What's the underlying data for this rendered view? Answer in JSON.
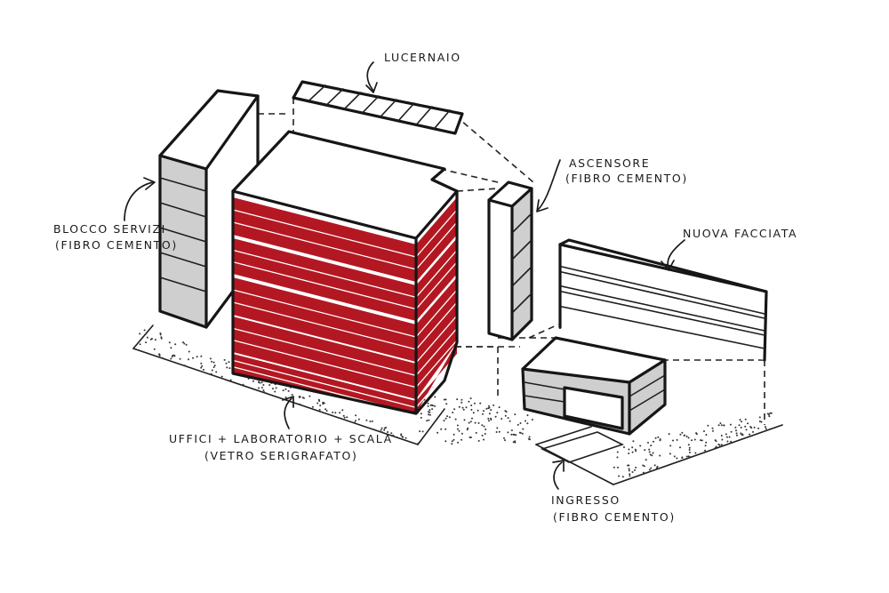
{
  "labels": {
    "lucernaio": "LUCERNAIO",
    "ascensore_1": "ASCENSORE",
    "ascensore_2": "(FIBRO CEMENTO)",
    "blocco_1": "BLOCCO SERVIZI",
    "blocco_2": "(FIBRO CEMENTO)",
    "facciata": "NUOVA FACCIATA",
    "uffici_1": "UFFICI + LABORATORIO + SCALA",
    "uffici_2": "(VETRO SERIGRAFATO)",
    "ingresso_1": "INGRESSO",
    "ingresso_2": "(FIBRO CEMENTO)"
  },
  "colors": {
    "glass_red": "#b31822",
    "fibro_grey": "#cfcfcf",
    "ink": "#161616"
  },
  "icons": [
    "arrow-icon"
  ]
}
